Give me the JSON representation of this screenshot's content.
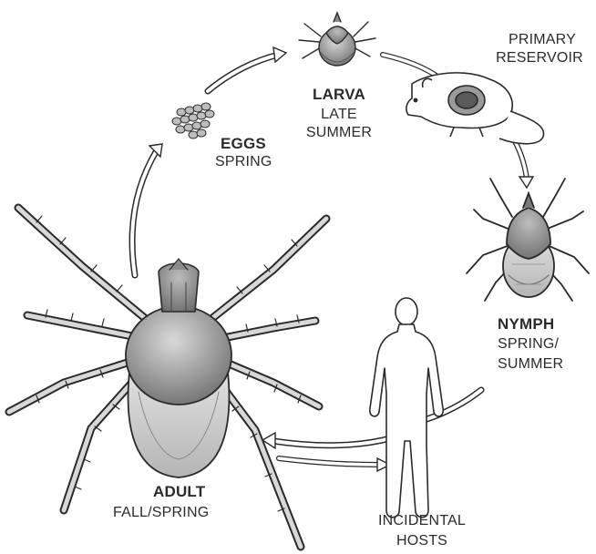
{
  "stages": {
    "eggs": {
      "name": "EGGS",
      "season": [
        "SPRING"
      ]
    },
    "larva": {
      "name": "LARVA",
      "season": [
        "LATE",
        "SUMMER"
      ]
    },
    "nymph": {
      "name": "NYMPH",
      "season": [
        "SPRING/",
        "SUMMER"
      ]
    },
    "adult": {
      "name": "ADULT",
      "season": [
        "FALL/SPRING"
      ]
    }
  },
  "hosts": {
    "primary": [
      "PRIMARY",
      "RESERVOIR"
    ],
    "incidental": [
      "INCIDENTAL",
      "HOSTS"
    ]
  },
  "colors": {
    "ink": "#2a2a2a",
    "shade": "#8a8a8a",
    "light_shade": "#c8c8c8",
    "paper": "#ffffff"
  }
}
